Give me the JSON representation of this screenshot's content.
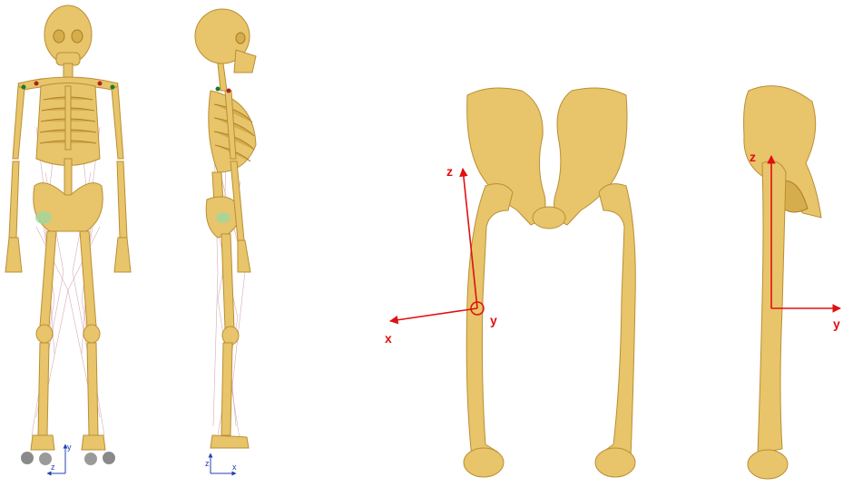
{
  "axes": {
    "front_skeleton": {
      "y": "y",
      "z": "z"
    },
    "side_skeleton": {
      "z": "z",
      "x": "x"
    },
    "front_femur": {
      "z": "z",
      "x": "x",
      "y": "y"
    },
    "side_femur": {
      "z": "z",
      "y": "y"
    }
  },
  "colors": {
    "bone": "#e8c46a",
    "bone_outline": "#b98f35",
    "muscle_lines": "#c98f9a",
    "axis_red": "#e01010",
    "axis_blue": "#2040b0"
  }
}
